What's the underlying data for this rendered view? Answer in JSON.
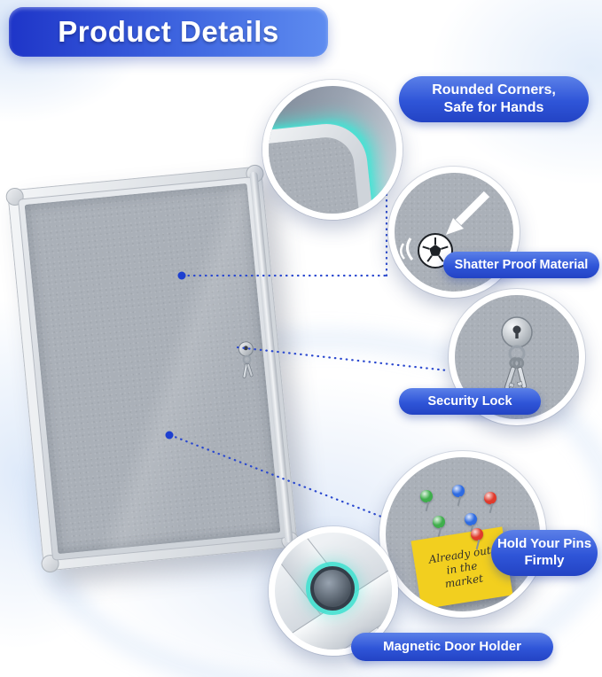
{
  "header": {
    "title": "Product Details"
  },
  "accent": {
    "pill_blue": "#2f55d8",
    "connector_blue": "#2b49cf",
    "glow_teal": "#3fe2d2",
    "felt_gray": "#aab0b8",
    "frame_silver": "#dfe3e8"
  },
  "callouts": {
    "rounded_corners": {
      "line1": "Rounded Corners,",
      "line2": "Safe for Hands"
    },
    "shatter_proof": {
      "label": "Shatter Proof Material"
    },
    "security_lock": {
      "label": "Security Lock"
    },
    "pins": {
      "line1": "Hold Your Pins",
      "line2": "Firmly",
      "note_text": "Already out in the market",
      "note_color": "#f2cf1f",
      "note_pin_color": "#e03a2c",
      "pin_colors": [
        "#3fae4c",
        "#2e6be2",
        "#e03a2c",
        "#3fae4c",
        "#2e6be2"
      ]
    },
    "magnet": {
      "label": "Magnetic Door Holder"
    }
  }
}
